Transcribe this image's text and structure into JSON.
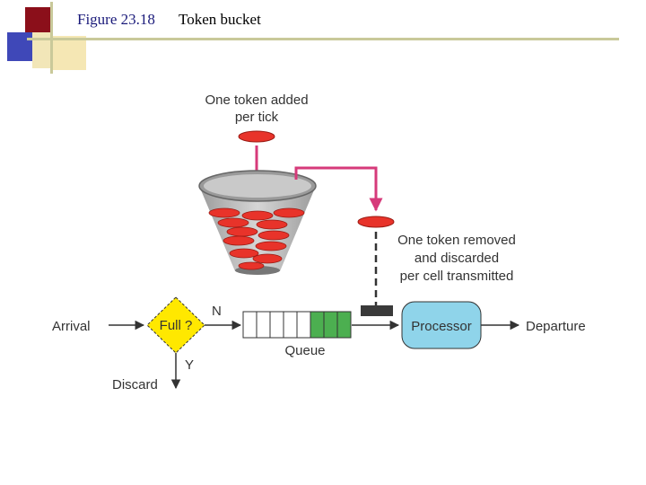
{
  "slide": {
    "figure_number": "Figure 23.18",
    "figure_title": "Token bucket"
  },
  "diagram": {
    "token_added_line1": "One token added",
    "token_added_line2": "per tick",
    "token_removed_line1": "One token removed",
    "token_removed_line2": "and discarded",
    "token_removed_line3": "per cell transmitted",
    "arrival": "Arrival",
    "decision": "Full ?",
    "no": "N",
    "yes": "Y",
    "discard": "Discard",
    "queue": "Queue",
    "processor": "Processor",
    "departure": "Departure"
  },
  "colors": {
    "token_red": "#e8332a",
    "queue_green": "#4caf50",
    "processor_blue": "#8fd4ea",
    "decision_yellow": "#ffe800",
    "arrow_pink": "#d63a7a"
  }
}
